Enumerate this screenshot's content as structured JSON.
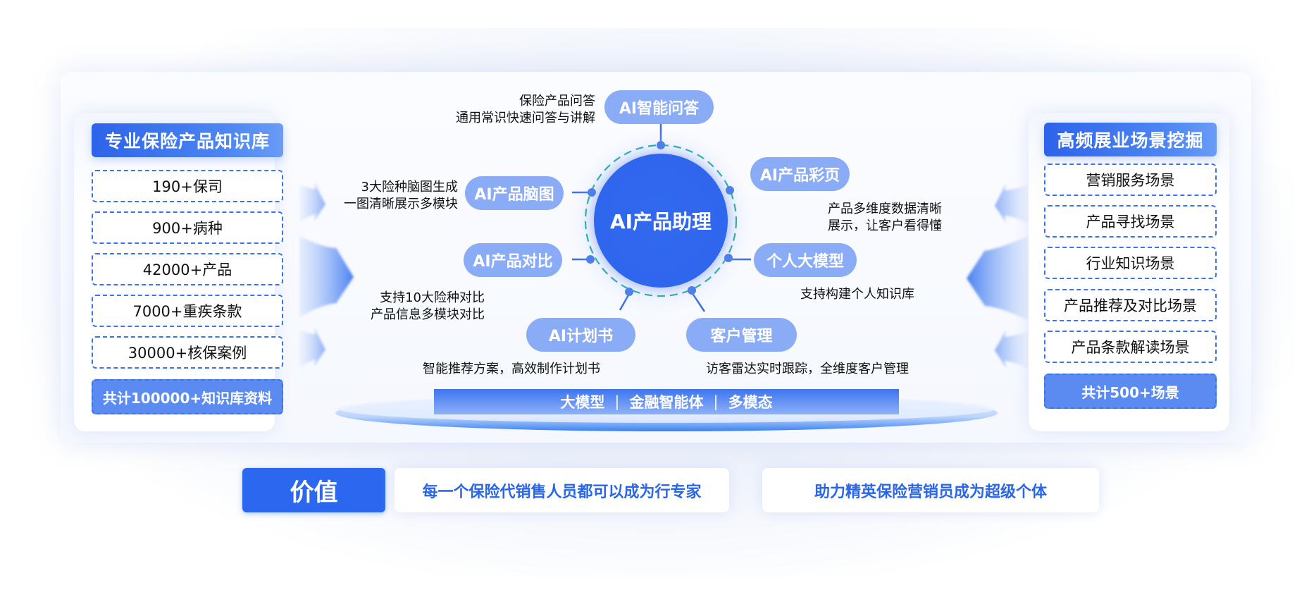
{
  "left_panel": {
    "title": "专业保险产品知识库",
    "items": [
      "190+保司",
      "900+病种",
      "42000+产品",
      "7000+重疾条款",
      "30000+核保案例"
    ],
    "total": "共计100000+知识库资料"
  },
  "right_panel": {
    "title": "高频展业场景挖掘",
    "items": [
      "营销服务场景",
      "产品寻找场景",
      "行业知识场景",
      "产品推荐及对比场景",
      "产品条款解读场景"
    ],
    "total": "共计500+场景"
  },
  "center": {
    "title": "AI产品助理",
    "modules": [
      {
        "label": "AI智能问答",
        "desc_lines": [
          "保险产品问答",
          "通用常识快速问答与讲解"
        ]
      },
      {
        "label": "AI产品脑图",
        "desc_lines": [
          "3大险种脑图生成",
          "一图清晰展示多模块"
        ]
      },
      {
        "label": "AI产品对比",
        "desc_lines": [
          "支持10大险种对比",
          "产品信息多模块对比"
        ]
      },
      {
        "label": "AI计划书",
        "desc_lines": [
          "智能推荐方案，高效制作计划书"
        ]
      },
      {
        "label": "客户管理",
        "desc_lines": [
          "访客雷达实时跟踪，全维度客户管理"
        ]
      },
      {
        "label": "个人大模型",
        "desc_lines": [
          "支持构建个人知识库"
        ]
      },
      {
        "label": "AI产品彩页",
        "desc_lines": [
          "产品多维度数据清晰",
          "展示，让客户看得懂"
        ]
      }
    ]
  },
  "platform": {
    "items": [
      "大模型",
      "金融智能体",
      "多模态"
    ],
    "separator": "|"
  },
  "value": {
    "label": "价值",
    "statements": [
      "每一个保险代销售人员都可以成为行专家",
      "助力精英保险营销员成为超级个体"
    ]
  },
  "colors": {
    "primary": "#2c68ef",
    "pill": "#8aabf5",
    "dashed_border": "#3a73ee",
    "ring": "#2db3a6",
    "value_text": "#2a66e8"
  }
}
